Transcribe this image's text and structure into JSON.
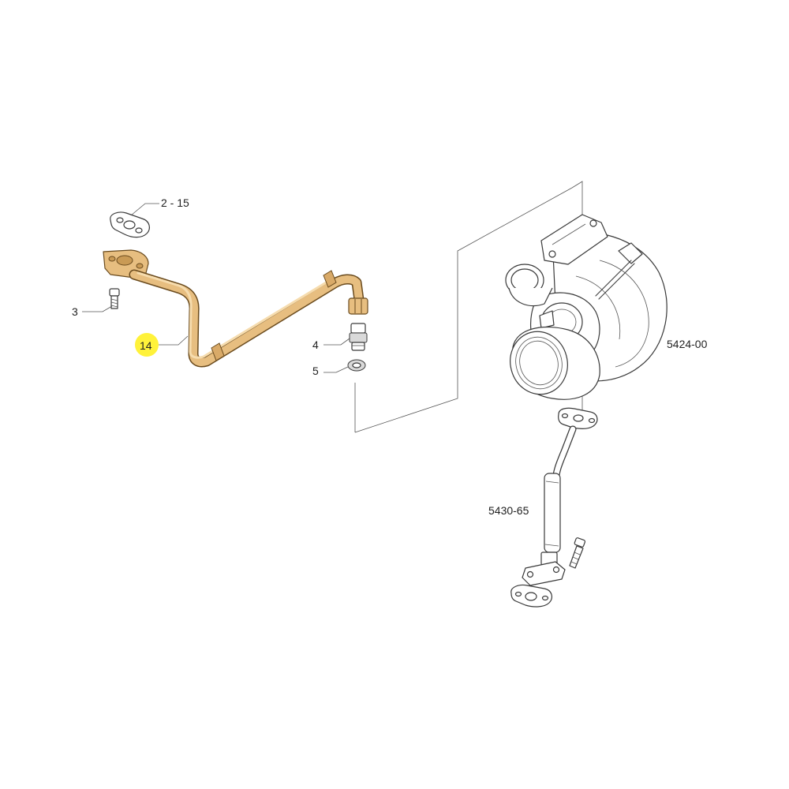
{
  "callouts": {
    "gasket_top": "2 - 15",
    "bolt": "3",
    "pipe": "14",
    "union": "4",
    "washer": "5",
    "turbo": "5424-00",
    "drain_pipe": "5430-65"
  },
  "colors": {
    "highlight_marker": "#fff23a",
    "pipe_fill": "#e7be80",
    "pipe_outline": "#6a4b1e",
    "line_art": "#3a3a3a"
  }
}
